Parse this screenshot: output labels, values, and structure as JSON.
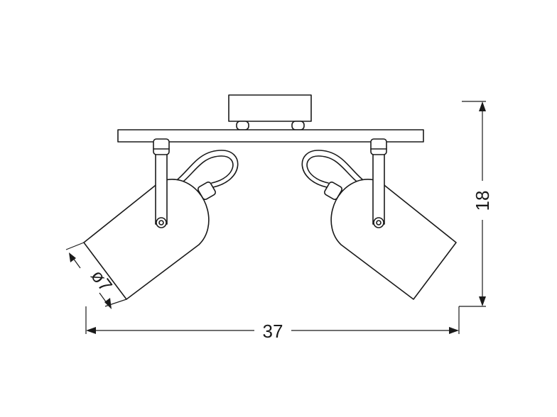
{
  "dimensions": {
    "width_label": "37",
    "height_label": "18",
    "diameter_label": "ø7"
  },
  "colors": {
    "line": "#1a1a1a",
    "background": "#ffffff"
  }
}
